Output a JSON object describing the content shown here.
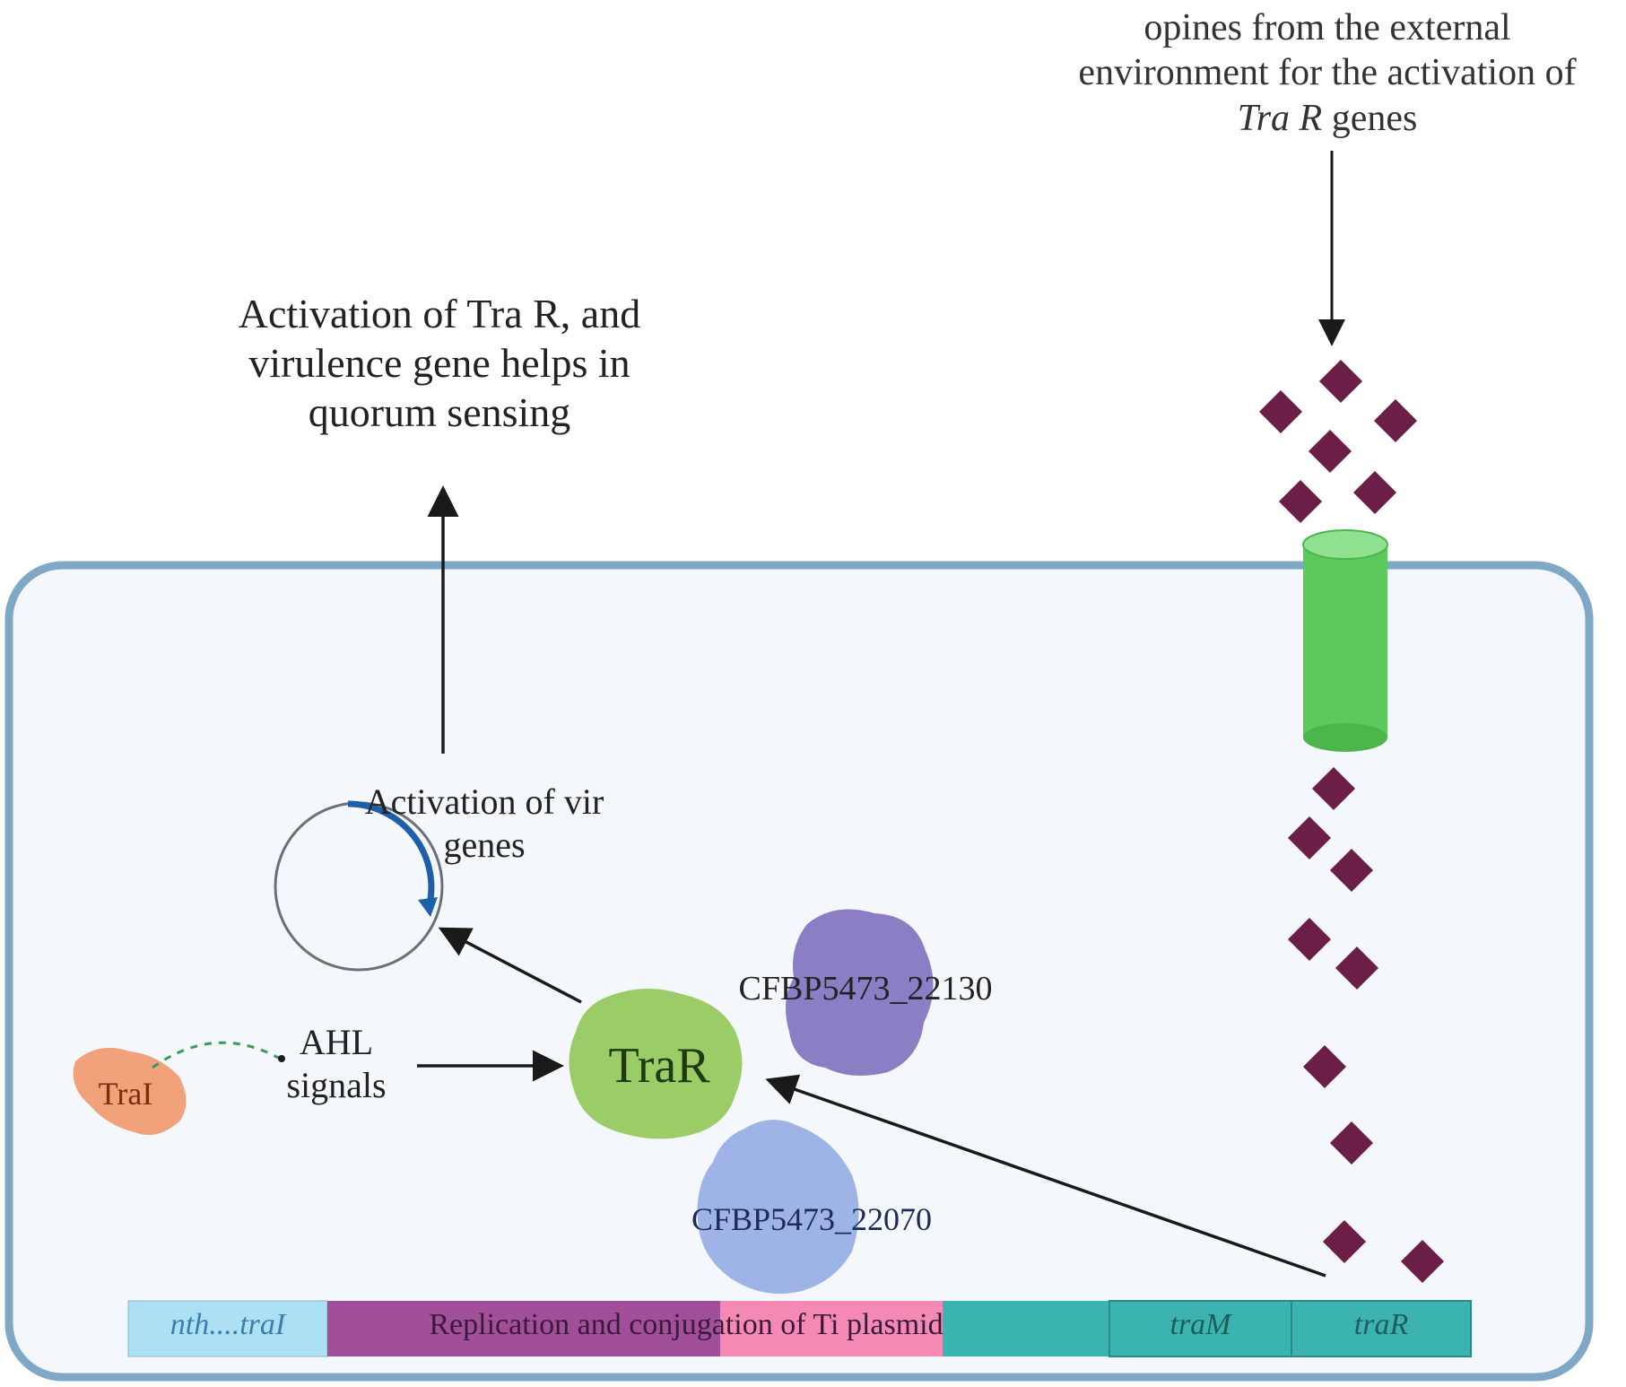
{
  "top_annotation": {
    "line1": "opines from the external",
    "line2": "environment for the activation of",
    "line3_italic": "Tra R",
    "line3_rest": " genes"
  },
  "quorum_label": {
    "line1": "Activation of Tra R, and",
    "line2": "virulence gene helps in",
    "line3": "quorum sensing"
  },
  "vir_label": {
    "line1": "Activation of vir",
    "line2": "genes"
  },
  "ahl_label": {
    "line1": "AHL",
    "line2": "signals"
  },
  "proteins": {
    "trar": "TraR",
    "tral": "TraI",
    "cfbp_upper": "CFBP5473_22130",
    "cfbp_lower": "CFBP5473_22070"
  },
  "plasmid_bar": {
    "segments": [
      {
        "label": "nth....traI",
        "color": "#aee0f4",
        "text_color": "#3a7fb0"
      },
      {
        "label": "Replication and conjugation of Ti plasmid",
        "color_left": "#a24f9a",
        "color_right": "#f48ab4",
        "text_color": "#3a1a3a"
      },
      {
        "label": "",
        "color": "#3bb3b0"
      },
      {
        "label": "traM",
        "color": "#3bb3b0",
        "text_color": "#1f5d5c"
      },
      {
        "label": "traR",
        "color": "#3bb3b0",
        "text_color": "#1f5d5c"
      }
    ]
  },
  "colors": {
    "cell_fill": "#f4f7fb",
    "cell_border": "#7fa7c6",
    "opine_diamond": "#6b1f46",
    "channel": "#5cc95c",
    "trar_blob": "#9ccc67",
    "cfbp_upper_blob": "#8b7ec4",
    "cfbp_lower_blob": "#9fb4e6",
    "tral_blob": "#f2a27a"
  }
}
